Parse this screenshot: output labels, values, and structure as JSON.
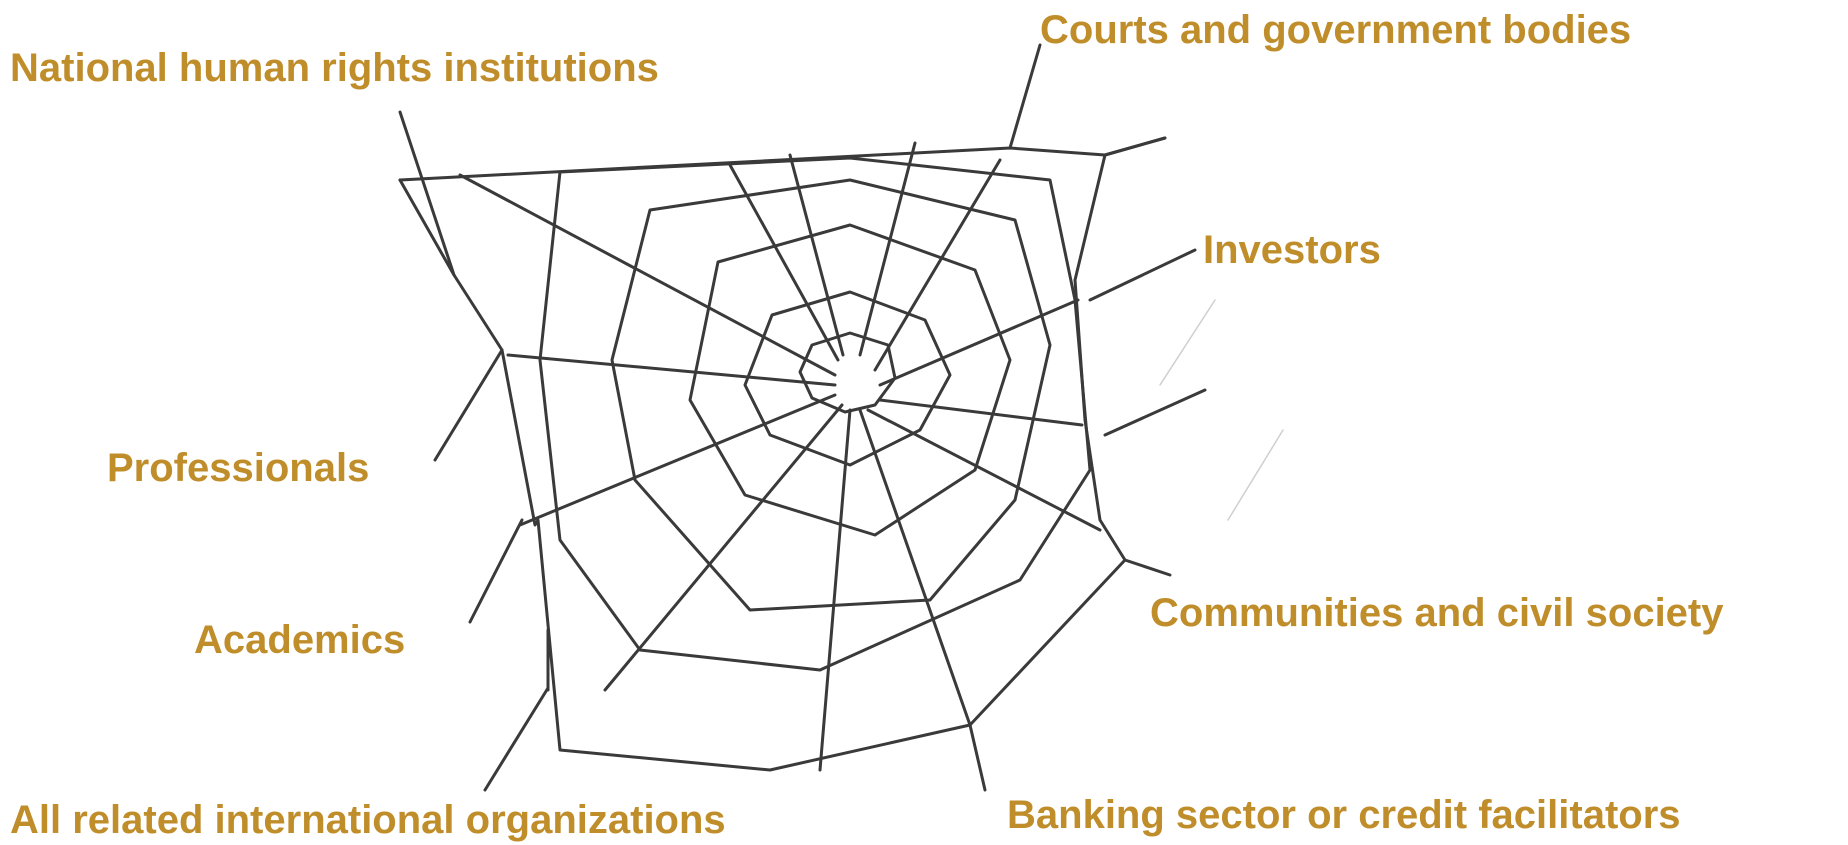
{
  "diagram": {
    "label_color": "#c08d2b",
    "line_color": "#3a3a3a",
    "labels": {
      "national_hri": "National human rights institutions",
      "courts": "Courts and government bodies",
      "investors": "Investors",
      "professionals": "Professionals",
      "academics": "Academics",
      "communities": "Communities and civil society",
      "international_orgs": "All related international organizations",
      "banking": "Banking sector or credit facilitators"
    }
  }
}
